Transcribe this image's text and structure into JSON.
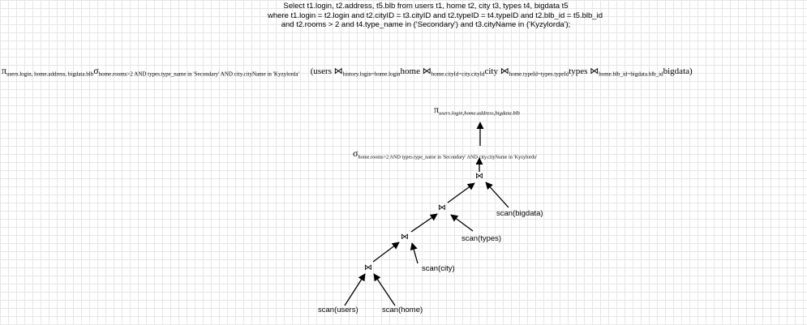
{
  "sql_query": {
    "line1": "Select t1.login, t2.address, t5.blb from users t1, home t2, city t3, types t4, bigdata t5",
    "line2": "where t1.login = t2.login and t2.cityID = t3.cityID and t2.typeID = t4.typeID and t2.blb_id = t5.blb_id",
    "line3": "and t2.rooms > 2 and t4.type_name in ('Secondary') and t3.cityName in ('Kyzylorda');"
  },
  "relational_algebra": {
    "pi_symbol": "π",
    "pi_sub": "users.login, home.address, bigdata.blb",
    "sigma_symbol": "σ",
    "sigma_sub": "home.rooms>2 AND types.type_name in 'Secondary' AND city.cityName in 'Kyzylorda'",
    "open": "(users ",
    "join1_symbol": "⋈",
    "join1_sub": "history.login=home.login",
    "t_home": "home ",
    "join2_symbol": "⋈",
    "join2_sub": "home.cityId=city.cityId",
    "t_city": "city ",
    "join3_symbol": "⋈",
    "join3_sub": "home.typeId=types.typeId",
    "t_types": "types ",
    "join4_symbol": "⋈",
    "join4_sub": "home.blb_id=bigdata.blb_id",
    "t_bigdata": "bigdata)"
  },
  "tree": {
    "projection": {
      "symbol": "π",
      "sub": "users.login,home.address,bigdata.blb"
    },
    "selection": {
      "symbol": "σ",
      "sub": "home.rooms>2 AND types.type_name in 'Secondary' AND city.cityName in 'Kyzylorda'"
    },
    "join_symbol": "⋈",
    "scans": {
      "users": "scan(users)",
      "home": "scan(home)",
      "city": "scan(city)",
      "types": "scan(types)",
      "bigdata": "scan(bigdata)"
    }
  }
}
